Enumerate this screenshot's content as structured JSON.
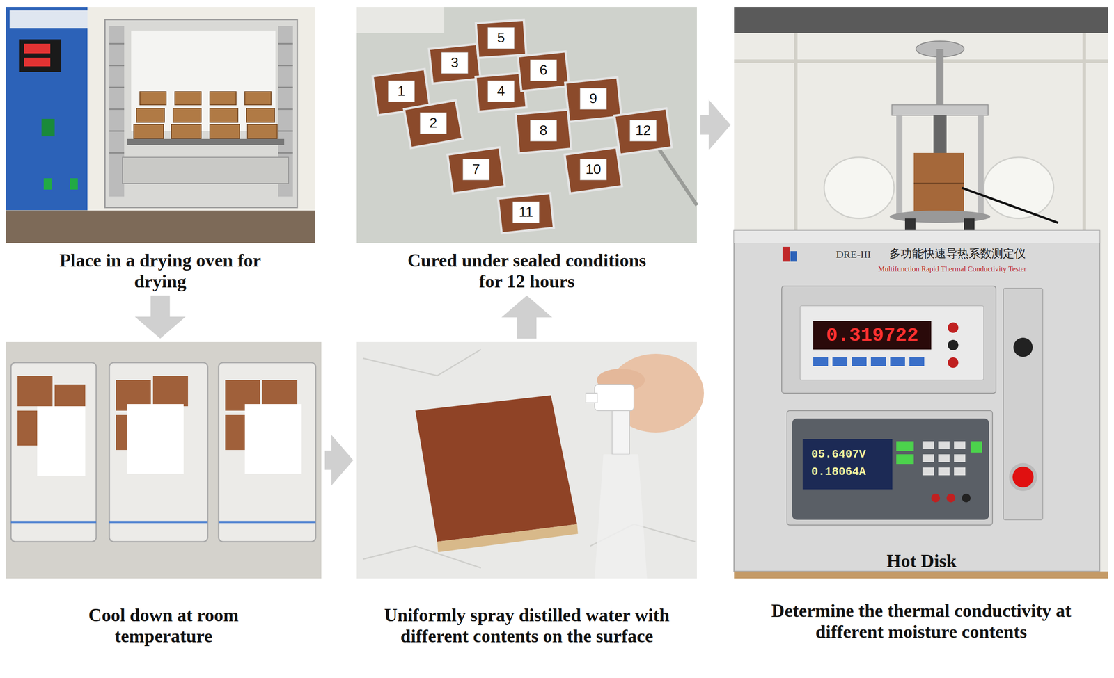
{
  "diagram": {
    "nodes": [
      {
        "text": [
          "Place in a drying oven for drying"
        ]
      },
      {
        "text": [
          "Cured under sealed conditions for 12 hours"
        ]
      },
      {
        "text": [
          "Determine the thermal conductivity at different moisture contents"
        ]
      },
      {
        "text": [
          "Cool down at room temperature"
        ]
      },
      {
        "text": [
          "Uniformly spray distilled water with different contents on the surface"
        ]
      }
    ],
    "edges": [
      {
        "from": 0,
        "to": 3,
        "arrow": "to"
      },
      {
        "from": 3,
        "to": 4,
        "arrow": "to"
      },
      {
        "from": 4,
        "to": 1,
        "arrow": "to"
      },
      {
        "from": 1,
        "to": 2,
        "arrow": "to"
      }
    ],
    "labels": [
      "1",
      "2",
      "3",
      "4",
      "5",
      "6",
      "7",
      "8",
      "9",
      "10",
      "11",
      "12",
      "DRE-III",
      "多功能快速导热系数测定仪",
      "Multifunction Rapid Thermal Conductivity Tester",
      "0.319722",
      "05.6407V",
      "0.18064A",
      "Hot Disk"
    ]
  }
}
